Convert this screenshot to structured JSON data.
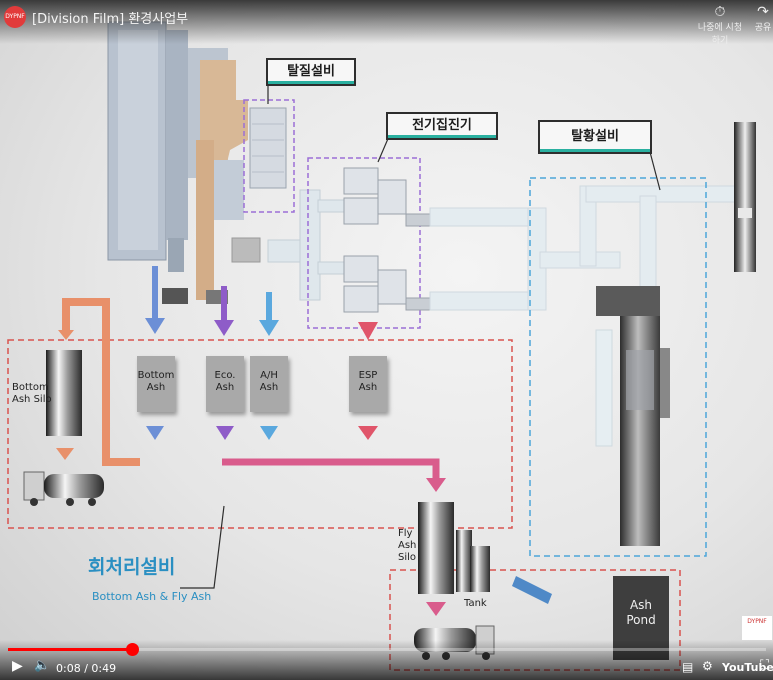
{
  "video": {
    "title": "[Division Film] 환경사업부",
    "channel_logo_text": "DYPNF",
    "watch_later_label": "나중에 시청하기",
    "share_label": "공유",
    "current_time": "0:08",
    "duration": "0:49",
    "time_separator": " / ",
    "progress": 0.163,
    "youtube_label": "YouTube",
    "watermark_text": "DYPNF"
  },
  "diagram": {
    "callouts": {
      "denox": "탈질설비",
      "esp": "전기집진기",
      "desulf": "탈황설비"
    },
    "ash_boxes": {
      "bottom_ash": [
        "Bottom",
        "Ash"
      ],
      "eco_ash": [
        "Eco.",
        "Ash"
      ],
      "ah_ash": [
        "A/H",
        "Ash"
      ],
      "esp_ash": [
        "ESP",
        "Ash"
      ]
    },
    "labels": {
      "bottom_ash_silo": [
        "Bottom",
        "Ash Silo"
      ],
      "fly_ash_silo": [
        "Fly",
        "Ash",
        "Silo"
      ],
      "tank": "Tank",
      "ash_pond": [
        "Ash",
        "Pond"
      ]
    },
    "section": {
      "title": "회처리설비",
      "subtitle": "Bottom Ash & Fly Ash"
    },
    "colors": {
      "bottom_ash_line": "#e8906a",
      "eco_ash_arrow": "#8e5cc8",
      "ah_ash_arrow": "#5aa8de",
      "bottom_arrow": "#6c8fd6",
      "fly_ash_line": "#d95c8c",
      "esp_arrow": "#e0556a",
      "red_dash": "#d9534f",
      "blue_dash": "#4da6d9",
      "purple_dash": "#9b6fd6",
      "accent_text": "#2a8fc2",
      "progress": "#ff0000"
    }
  }
}
